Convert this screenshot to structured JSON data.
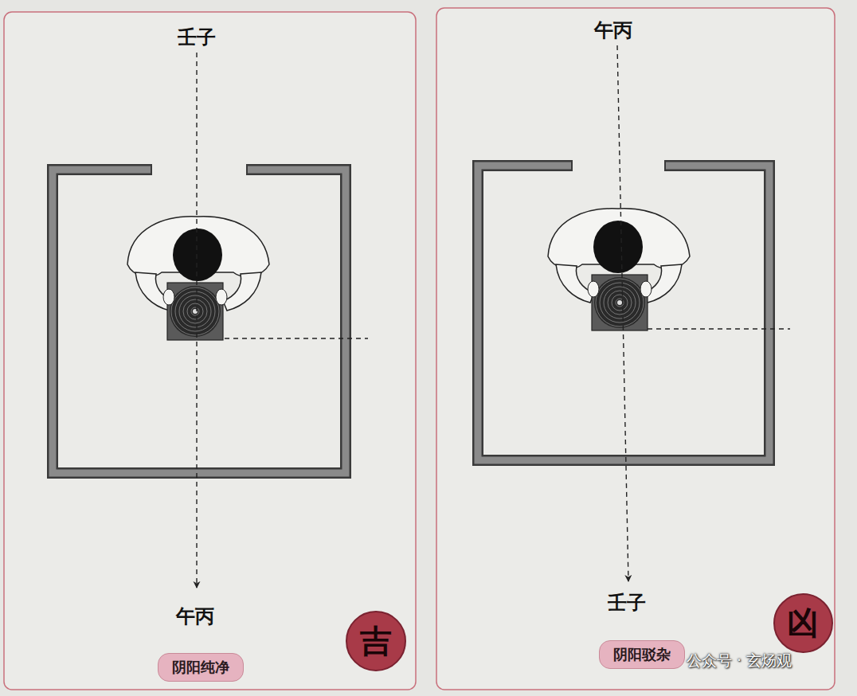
{
  "diagram": {
    "nodes": [
      {
        "text": [
          "吉"
        ]
      },
      {
        "text": [
          "阴阳纯净"
        ]
      },
      {
        "text": [
          "凶"
        ]
      },
      {
        "text": [
          "阴阳驳杂"
        ]
      }
    ],
    "labels": [
      "壬子",
      "午丙",
      "午丙",
      "壬子",
      "公众号 · 玄炀观"
    ]
  }
}
